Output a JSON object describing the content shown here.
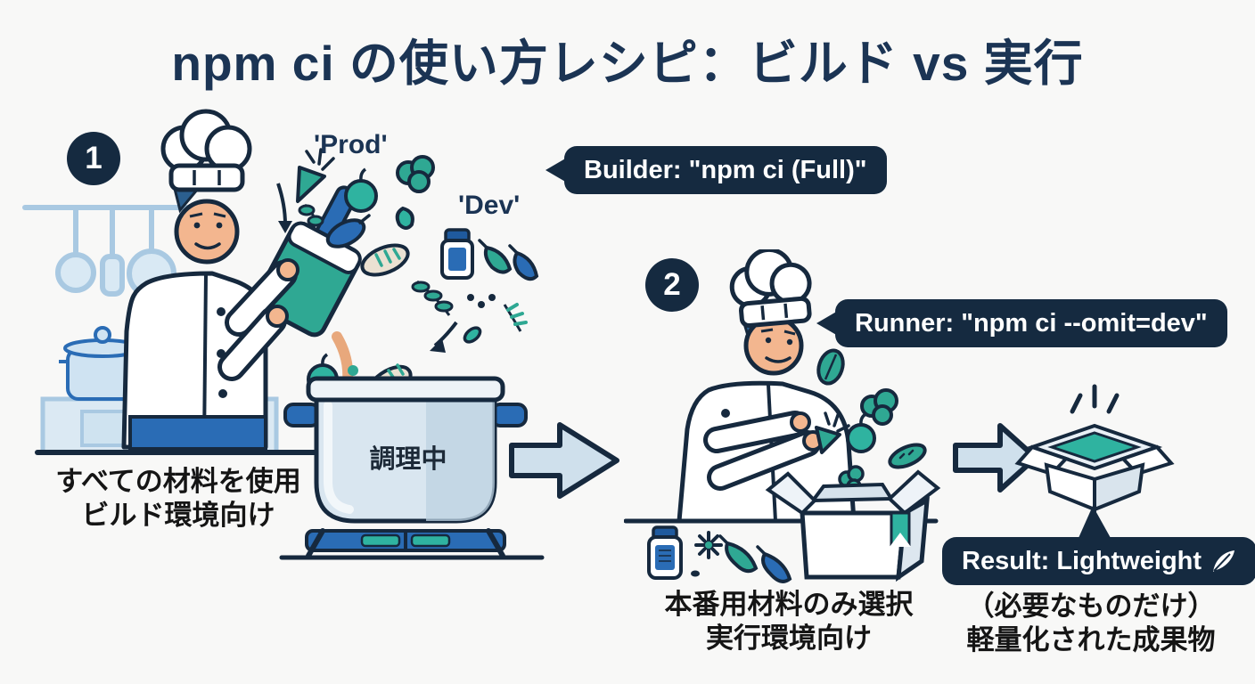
{
  "title": "npm ci の使い方レシピ：ビルド vs 実行",
  "palette": {
    "title_navy": "#1b3454",
    "outline_navy": "#16293e",
    "bubble_navy": "#152a40",
    "teal": "#2fa893",
    "teal_bright": "#2fb3a0",
    "blue": "#2a6cb5",
    "pale_blue_fill": "#d9e6f0",
    "pale_blue_line": "#a9c9e2",
    "arrow_fill": "#cfe0ec",
    "skin": "#f3b68f",
    "background": "#f8f8f7",
    "caption_black": "#151515"
  },
  "step1": {
    "number": "1",
    "bubble": "Builder: \"npm ci (Full)\"",
    "prod_label": "'Prod'",
    "dev_label": "'Dev'",
    "pot_label": "調理中",
    "caption": [
      "すべての材料を使用",
      "ビルド環境向け"
    ]
  },
  "step2": {
    "number": "2",
    "bubble": "Runner: \"npm ci --omit=dev\"",
    "caption": [
      "本番用材料のみ選択",
      "実行環境向け"
    ]
  },
  "result": {
    "bubble": "Result: Lightweight",
    "caption": [
      "（必要なものだけ）",
      "軽量化された成果物"
    ]
  }
}
